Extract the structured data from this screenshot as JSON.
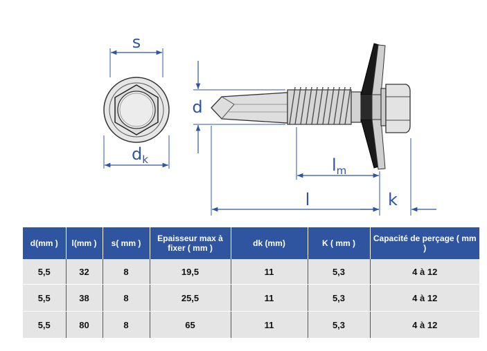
{
  "drawing": {
    "labels": {
      "s": "s",
      "d": "d",
      "dk_main": "d",
      "dk_sub": "k",
      "lm_main": "l",
      "lm_sub": "m",
      "l": "l",
      "k": "k"
    },
    "colors": {
      "dimension": "#2f55a1",
      "metal": "#d9d9d9",
      "outline": "#333333",
      "washer": "#1a1a1a"
    }
  },
  "table": {
    "headers": [
      "d(mm )",
      "l(mm )",
      "s( mm )",
      "Epaisseur max à fixer ( mm )",
      "dk (mm)",
      "K ( mm )",
      "Capacité de perçage ( mm )"
    ],
    "rows": [
      [
        "5,5",
        "32",
        "8",
        "19,5",
        "11",
        "5,3",
        "4 à 12"
      ],
      [
        "5,5",
        "38",
        "8",
        "25,5",
        "11",
        "5,3",
        "4 à 12"
      ],
      [
        "5,5",
        "80",
        "8",
        "65",
        "11",
        "5,3",
        "4 à 12"
      ]
    ],
    "colors": {
      "header_bg": "#2f55a1",
      "header_text": "#ffffff",
      "cell_bg": "#e5e5e5"
    }
  }
}
